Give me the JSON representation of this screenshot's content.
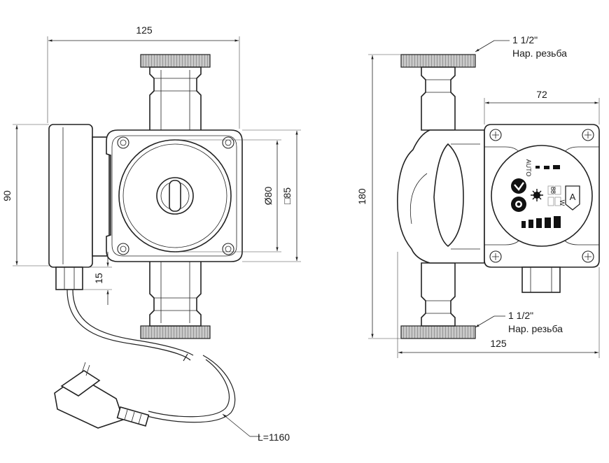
{
  "front_view": {
    "dim_width": "125",
    "dim_height": "90",
    "dim_diameter": "Ø80",
    "dim_square": "□85",
    "dim_terminal": "15",
    "cable_length": "L=1160"
  },
  "side_view": {
    "dim_height": "180",
    "dim_width": "125",
    "dim_head": "72",
    "thread_top_size": "1 1/2\"",
    "thread_top_type": "Нар. резьба",
    "thread_bottom_size": "1 1/2\"",
    "thread_bottom_type": "Нар. резьба"
  },
  "control_panel": {
    "auto_label": "AUTO",
    "mode_letter": "A",
    "display_digits": "88",
    "display_unit": "W"
  },
  "colors": {
    "line": "#222222",
    "thread_fill": "#bdbdbd",
    "background": "#ffffff"
  }
}
